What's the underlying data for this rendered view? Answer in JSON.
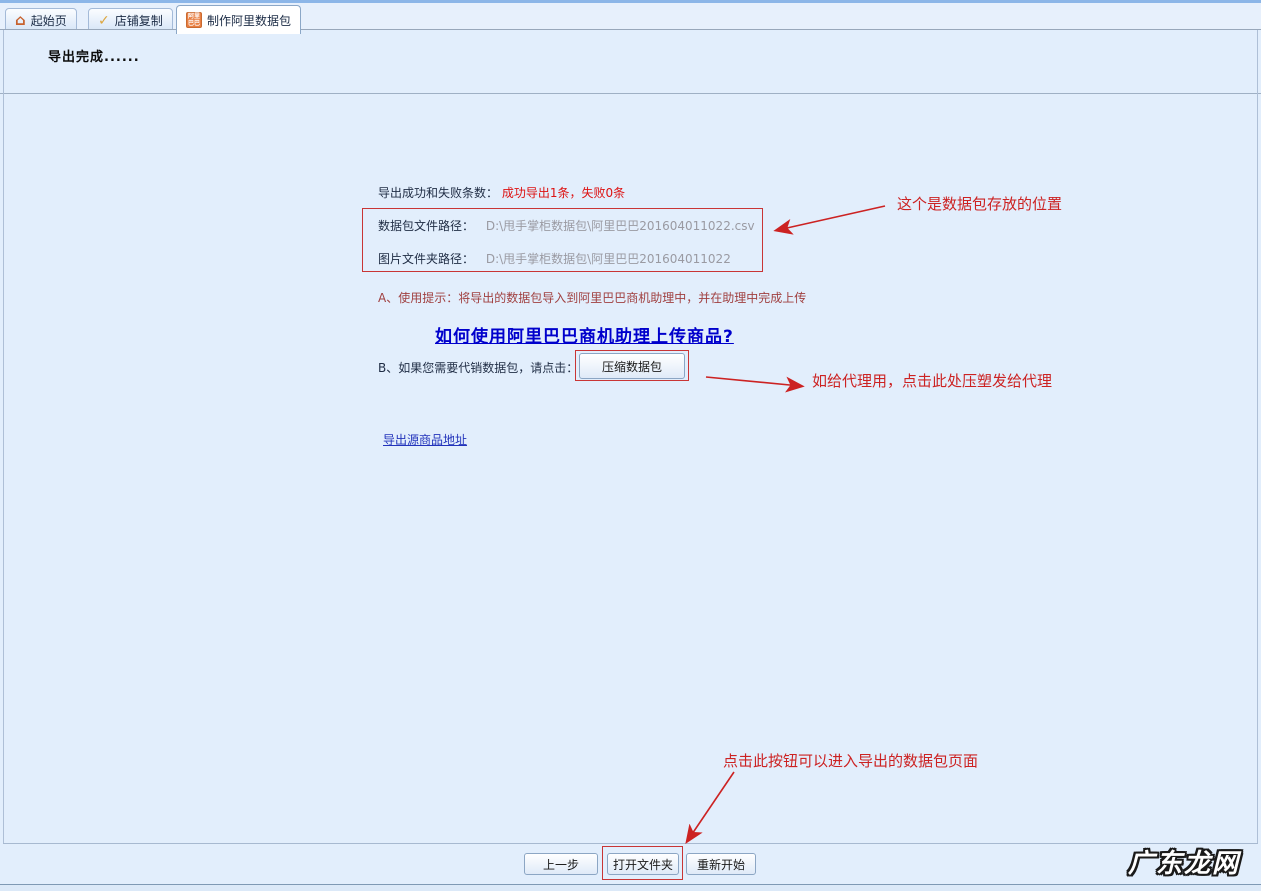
{
  "tabs": [
    {
      "label": "起始页",
      "icon": "home-icon"
    },
    {
      "label": "店铺复制",
      "icon": "check-icon"
    },
    {
      "label": "制作阿里数据包",
      "icon": "alibaba-icon",
      "active": true
    }
  ],
  "icons": {
    "home_glyph": "⌂",
    "check_glyph": "✓",
    "alibaba_line1": "阿里",
    "alibaba_line2": "巴巴"
  },
  "header": {
    "status_text": "导出完成......"
  },
  "main": {
    "result_label": "导出成功和失败条数：",
    "result_value": "成功导出1条，失败0条",
    "package_path_label": "数据包文件路径：",
    "package_path_value": "D:\\甩手掌柜数据包\\阿里巴巴201604011022.csv",
    "image_path_label": "图片文件夹路径：",
    "image_path_value": "D:\\甩手掌柜数据包\\阿里巴巴201604011022",
    "tip_a": "A、使用提示：将导出的数据包导入到阿里巴巴商机助理中，并在助理中完成上传",
    "help_link": "如何使用阿里巴巴商机助理上传商品?",
    "tip_b": "B、如果您需要代销数据包，请点击：",
    "compress_button": "压缩数据包",
    "source_link": "导出源商品地址"
  },
  "annotations": {
    "path_note": "这个是数据包存放的位置",
    "compress_note": "如给代理用，点击此处压塑发给代理",
    "open_note": "点击此按钮可以进入导出的数据包页面"
  },
  "footer": {
    "prev_button": "上一步",
    "open_folder_button": "打开文件夹",
    "restart_button": "重新开始"
  },
  "watermark": "广东龙网",
  "colors": {
    "page_bg": "#e2eefc",
    "annotation_red": "#cc2222",
    "result_red": "#dd1111",
    "path_gray": "#9a9aa2",
    "link_blue": "#0000cc",
    "tip_maroon": "#a04040",
    "top_strip_blue": "#8cb6e8"
  }
}
